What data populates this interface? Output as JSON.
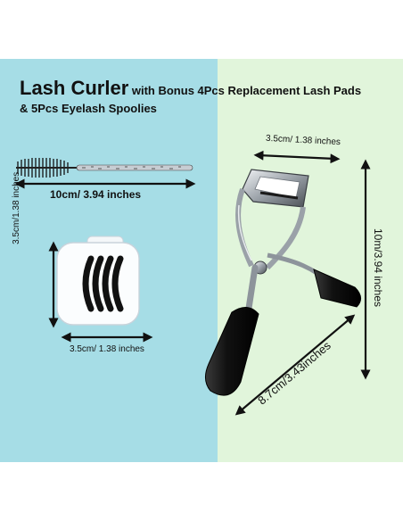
{
  "title": {
    "main": "Lash Curler",
    "subtitle": " with Bonus 4Pcs Replacement Lash Pads",
    "line2": "& 5Pcs Eyelash Spoolies"
  },
  "dimensions": {
    "spoolie_length": "10cm/ 3.94 inches",
    "pad_height": "3.5cm/1.38 inches",
    "pad_width": "3.5cm/ 1.38 inches",
    "curler_top_width": "3.5cm/ 1.38 inches",
    "curler_height": "10m/3.94 inches",
    "curler_diagonal": "8.7cm/3.43inches"
  },
  "colors": {
    "left_panel": "#a6dde6",
    "right_panel": "#e1f5db",
    "handle": "#111111",
    "metal": "#b9bec4"
  }
}
